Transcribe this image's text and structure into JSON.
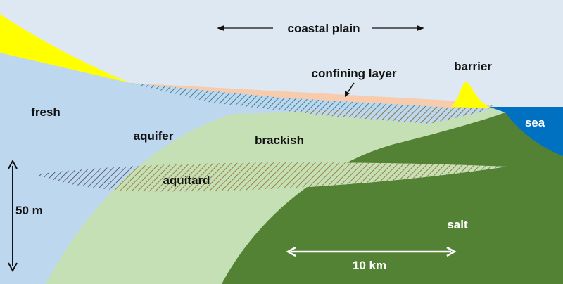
{
  "labels": {
    "coastal_plain": "coastal plain",
    "confining_layer": "confining layer",
    "barrier": "barrier",
    "fresh": "fresh",
    "aquifer": "aquifer",
    "brackish": "brackish",
    "aquitard": "aquitard",
    "sea": "sea",
    "salt": "salt",
    "vertical_scale": "50 m",
    "horizontal_scale": "10 km"
  },
  "colors": {
    "sky": "#dee8f3",
    "fresh": "#bdd7ee",
    "brackish": "#c5e0b4",
    "salt": "#548235",
    "sea": "#0070c0",
    "sand": "#ffff00",
    "confining": "#f8cbad"
  }
}
